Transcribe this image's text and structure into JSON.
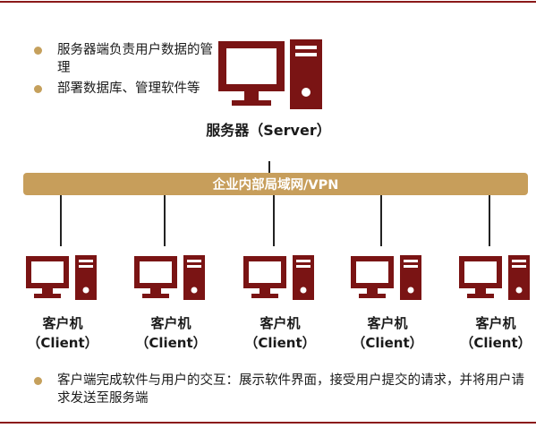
{
  "server": {
    "bullets": [
      "服务器端负责用户数据的管理",
      "部署数据库、管理软件等"
    ],
    "label": "服务器（Server）"
  },
  "network": {
    "label": "企业内部局域网/VPN"
  },
  "clients": [
    {
      "name": "客户机",
      "sub": "（Client）"
    },
    {
      "name": "客户机",
      "sub": "（Client）"
    },
    {
      "name": "客户机",
      "sub": "（Client）"
    },
    {
      "name": "客户机",
      "sub": "（Client）"
    },
    {
      "name": "客户机",
      "sub": "（Client）"
    }
  ],
  "client_note": "客户端完成软件与用户的交互：展示软件界面，接受用户提交的请求，并将用户请求发送至服务端",
  "colors": {
    "icon": "#7a1414",
    "accent_bar": "#c79e5b",
    "rule": "#8b1a1a",
    "bullet": "#c5a05c"
  }
}
